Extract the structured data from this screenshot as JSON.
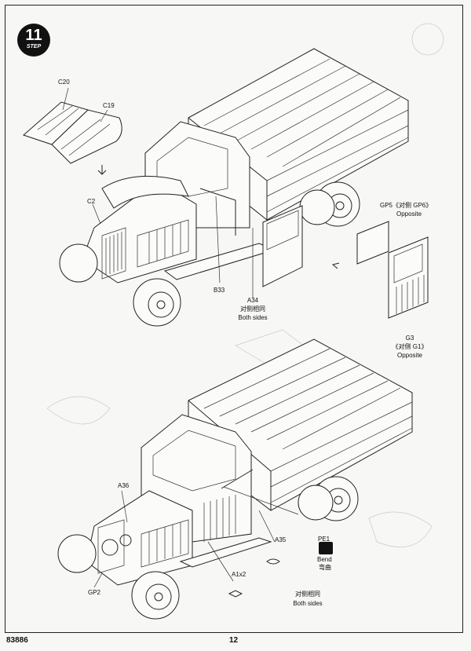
{
  "page": {
    "catalog_number": "83886",
    "page_number": "12"
  },
  "step": {
    "number": "11",
    "word": "STEP"
  },
  "top_assembly": {
    "labels": {
      "c20": "C20",
      "c19": "C19",
      "c2": "C2",
      "b33": "B33",
      "a34": "A34",
      "a34_cn": "对侧相同",
      "a34_en": "Both sides",
      "gp5": "GP5《对侧 GP6》",
      "gp5_en": "Opposite",
      "g3": "G3",
      "g3_cn": "《对侧 G1》",
      "g3_en": "Opposite"
    }
  },
  "bottom_assembly": {
    "labels": {
      "a36": "A36",
      "gp2": "GP2",
      "a1x2": "A1x2",
      "a35": "A35",
      "pe1": "PE1",
      "bend_en": "Bend",
      "bend_cn": "弯曲",
      "both_cn": "对侧相同",
      "both_en": "Both sides"
    }
  },
  "colors": {
    "ink": "#222222",
    "paper": "#f7f7f5",
    "ghost": "#c9c9c6"
  }
}
